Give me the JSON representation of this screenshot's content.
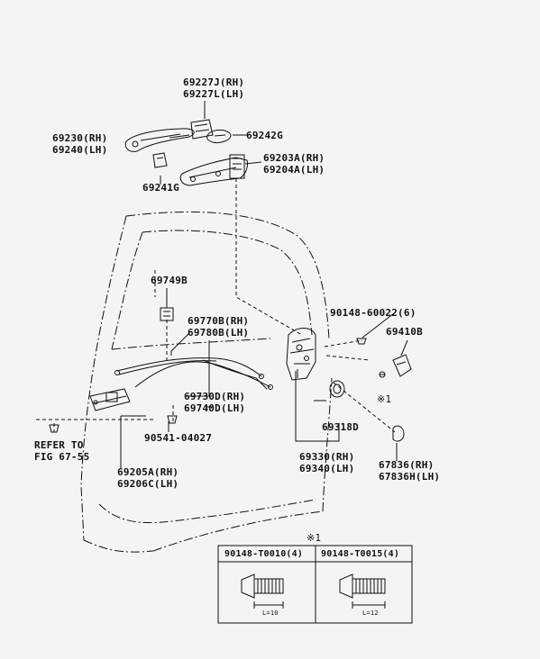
{
  "labels": {
    "p69227": [
      "69227J(RH)",
      "69227L(LH)"
    ],
    "p69230": [
      "69230(RH)",
      "69240(LH)"
    ],
    "p69242": "69242G",
    "p69203": [
      "69203A(RH)",
      "69204A(LH)"
    ],
    "p69241": "69241G",
    "p69749": "69749B",
    "p69770": [
      "69770B(RH)",
      "69780B(LH)"
    ],
    "p90148": "90148-60022(6)",
    "p69410": "69410B",
    "p69730": [
      "69730D(RH)",
      "69740D(LH)"
    ],
    "p69318": "69318D",
    "p90541": "90541-04027",
    "refer": [
      "REFER TO",
      "FIG 67-55"
    ],
    "p69205": [
      "69205A(RH)",
      "69206C(LH)"
    ],
    "p69330": [
      "69330(RH)",
      "69340(LH)"
    ],
    "p67836": [
      "67836(RH)",
      "67836H(LH)"
    ],
    "note_mark": "※1",
    "note_mark_box": "※1"
  },
  "table": {
    "headers": [
      "90148-T0010(4)",
      "90148-T0015(4)"
    ],
    "dims": [
      "L=10",
      "L=12"
    ]
  }
}
